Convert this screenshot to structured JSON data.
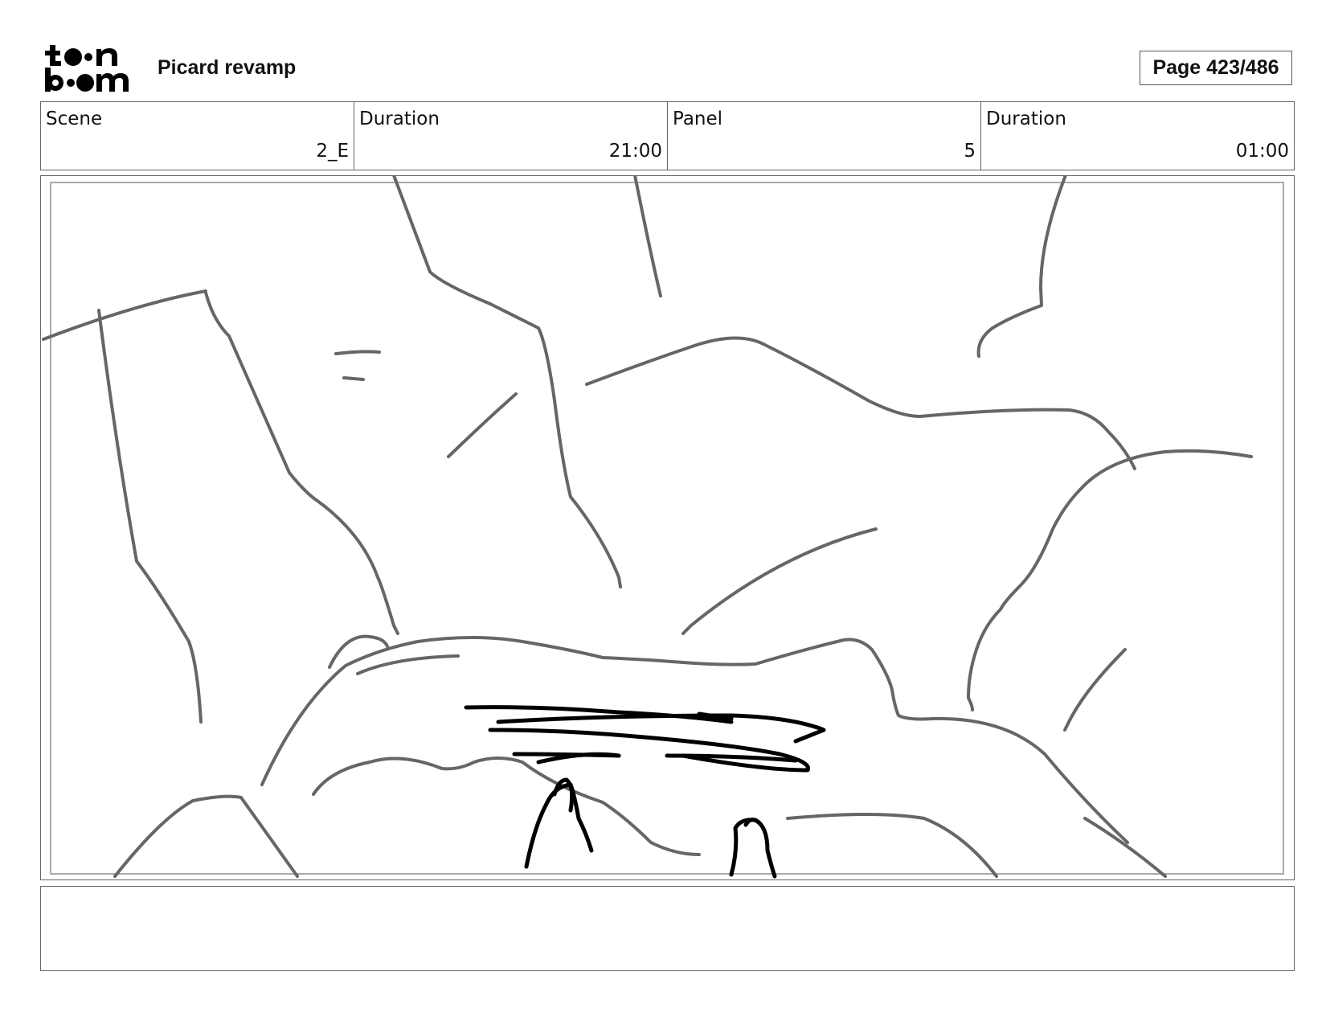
{
  "header": {
    "logo_line1": "to•n",
    "logo_line2": "b••m",
    "project_title": "Picard revamp",
    "page_label": "Page 423/486"
  },
  "info": [
    {
      "label": "Scene",
      "value": "2_E"
    },
    {
      "label": "Duration",
      "value": "21:00"
    },
    {
      "label": "Panel",
      "value": "5"
    },
    {
      "label": "Duration",
      "value": "01:00"
    }
  ],
  "notes": ""
}
